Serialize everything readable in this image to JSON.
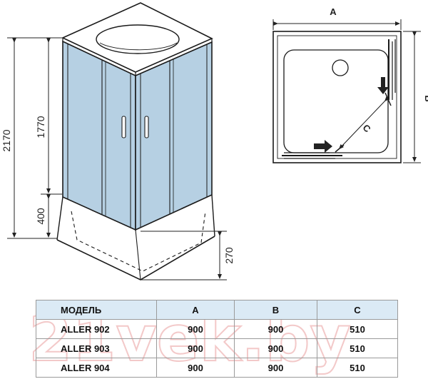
{
  "front_view": {
    "dim_total": "2170",
    "dim_upper": "1770",
    "dim_tray": "400",
    "dim_base": "270"
  },
  "plan_view": {
    "label_a": "A",
    "label_b": "B",
    "label_c": "C"
  },
  "watermark": "21vek.by",
  "table": {
    "headers": [
      "МОДЕЛЬ",
      "A",
      "B",
      "C"
    ],
    "rows": [
      [
        "ALLER 902",
        "900",
        "900",
        "510"
      ],
      [
        "ALLER 903",
        "900",
        "900",
        "510"
      ],
      [
        "ALLER 904",
        "900",
        "900",
        "510"
      ]
    ]
  },
  "colors": {
    "glass": "#b6d0e3",
    "outline": "#1a1a1a",
    "header_bg": "#dbeaf5",
    "arrow": "#222222"
  }
}
